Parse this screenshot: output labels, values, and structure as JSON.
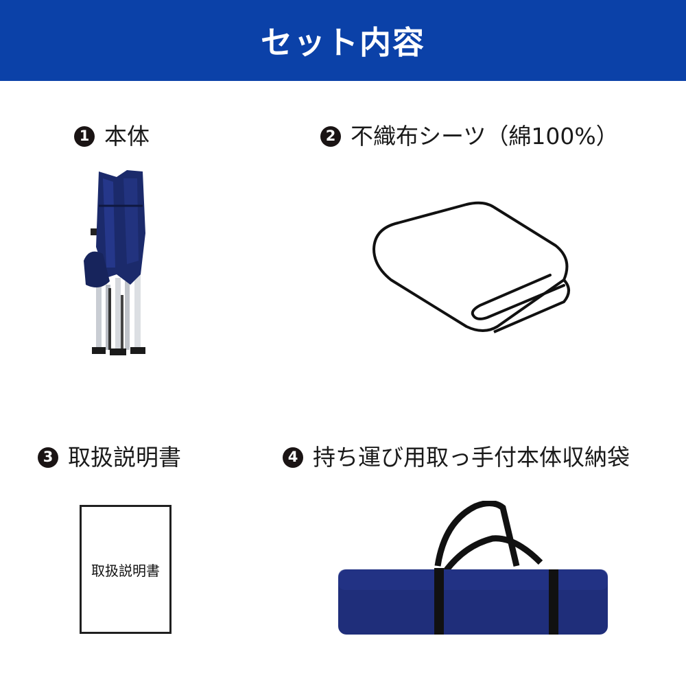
{
  "header": {
    "title": "セット内容",
    "background": "#0b41a8"
  },
  "items": [
    {
      "number": "1",
      "label": "本体",
      "image": "folded-chair"
    },
    {
      "number": "2",
      "label": "不織布シーツ（綿100%）",
      "image": "folded-sheet-icon"
    },
    {
      "number": "3",
      "label": "取扱説明書",
      "image": "manual",
      "manual_text": "取扱説明書"
    },
    {
      "number": "4",
      "label": "持ち運び用取っ手付本体収納袋",
      "image": "carry-bag"
    }
  ],
  "colors": {
    "navy": "#1b2a6b",
    "badge": "#1a1414",
    "strap": "#111111"
  }
}
